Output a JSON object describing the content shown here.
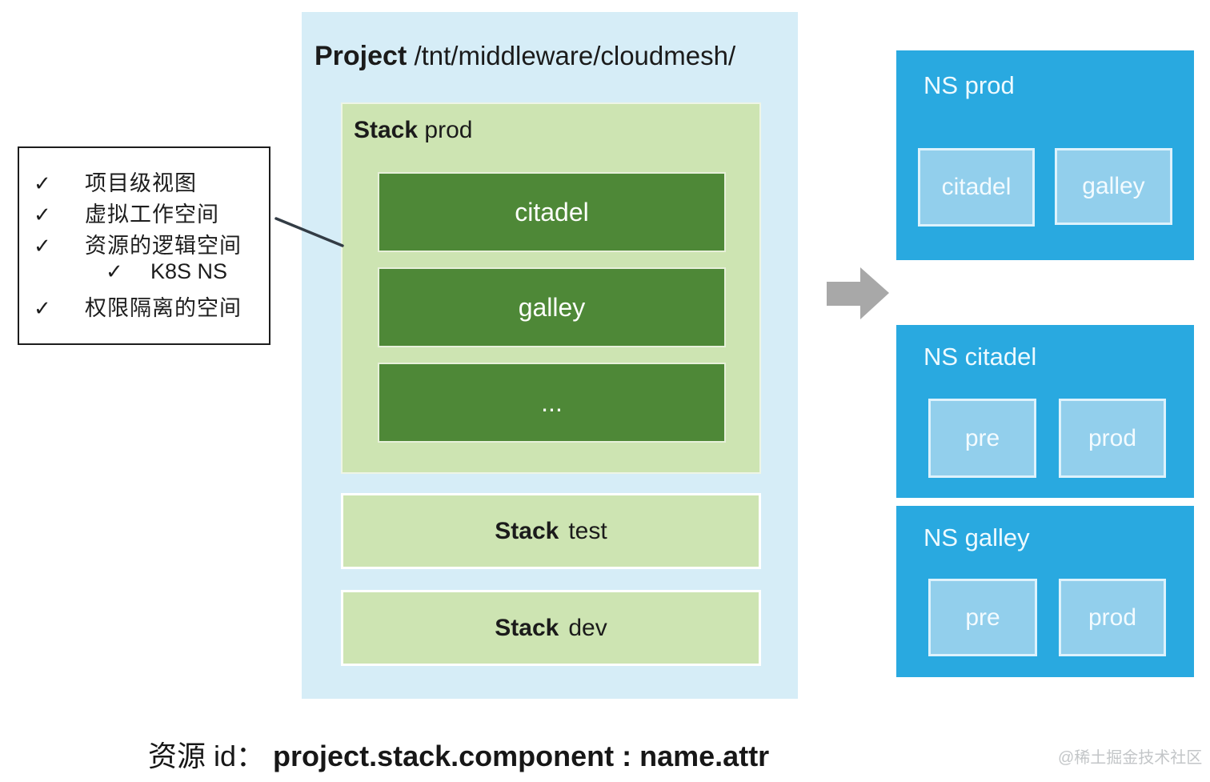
{
  "annotation": {
    "items": [
      {
        "check": "✓",
        "label": "项目级视图",
        "indent": false
      },
      {
        "check": "✓",
        "label": "虚拟工作空间",
        "indent": false
      },
      {
        "check": "✓",
        "label": "资源的逻辑空间",
        "indent": false
      },
      {
        "check": "✓",
        "label": "K8S NS",
        "indent": true
      },
      {
        "check": "✓",
        "label": "权限隔离的空间",
        "indent": false
      }
    ]
  },
  "project": {
    "label": "Project",
    "path": "/tnt/middleware/cloudmesh/",
    "stack_prod": {
      "label": "Stack",
      "name": "prod",
      "components": [
        "citadel",
        "galley",
        "..."
      ]
    },
    "stacks": [
      {
        "label": "Stack",
        "name": "test"
      },
      {
        "label": "Stack",
        "name": "dev"
      }
    ]
  },
  "namespaces": [
    {
      "title": "NS prod",
      "children": [
        "citadel",
        "galley"
      ]
    },
    {
      "title": "NS citadel",
      "children": [
        "pre",
        "prod"
      ]
    },
    {
      "title": "NS galley",
      "children": [
        "pre",
        "prod"
      ]
    }
  ],
  "caption": {
    "prefix": "资源 id：",
    "bold": "project.stack.component : name.attr"
  },
  "watermark": "@稀土掘金技术社区",
  "icons": {
    "arrow_right": "right-arrow",
    "checkmark": "✓"
  },
  "colors": {
    "project_bg": "#d6edf7",
    "stack_green": "#cde4b2",
    "component_green": "#4e8837",
    "ns_blue": "#29a9e0",
    "ns_child_blue": "#92cfec",
    "arrow_gray": "#a8a8a8",
    "text_dark": "#1b1b1b",
    "watermark_gray": "#c3c6c8"
  }
}
